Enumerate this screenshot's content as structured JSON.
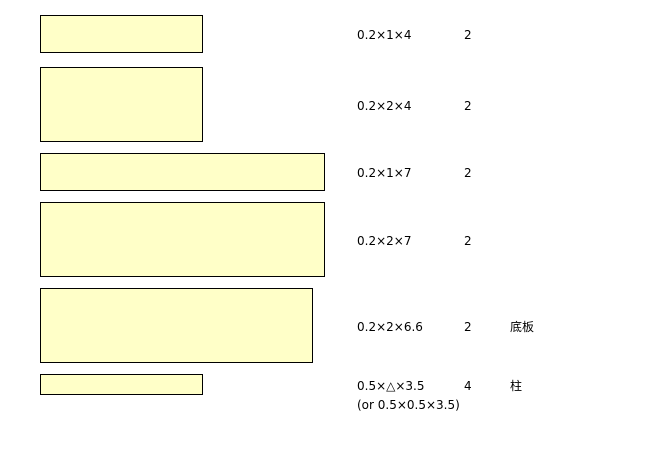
{
  "colors": {
    "panel_fill": "#ffffc8",
    "panel_border": "#000000",
    "text": "#000000"
  },
  "parts": [
    {
      "dims": "0.2×1×4",
      "qty": "2",
      "note": ""
    },
    {
      "dims": "0.2×2×4",
      "qty": "2",
      "note": ""
    },
    {
      "dims": "0.2×1×7",
      "qty": "2",
      "note": ""
    },
    {
      "dims": "0.2×2×7",
      "qty": "2",
      "note": ""
    },
    {
      "dims": "0.2×2×6.6",
      "qty": "2",
      "note": "底板"
    },
    {
      "dims": "0.5×△×3.5",
      "qty": "4",
      "note": "柱",
      "alt": "(or 0.5×0.5×3.5)"
    }
  ]
}
